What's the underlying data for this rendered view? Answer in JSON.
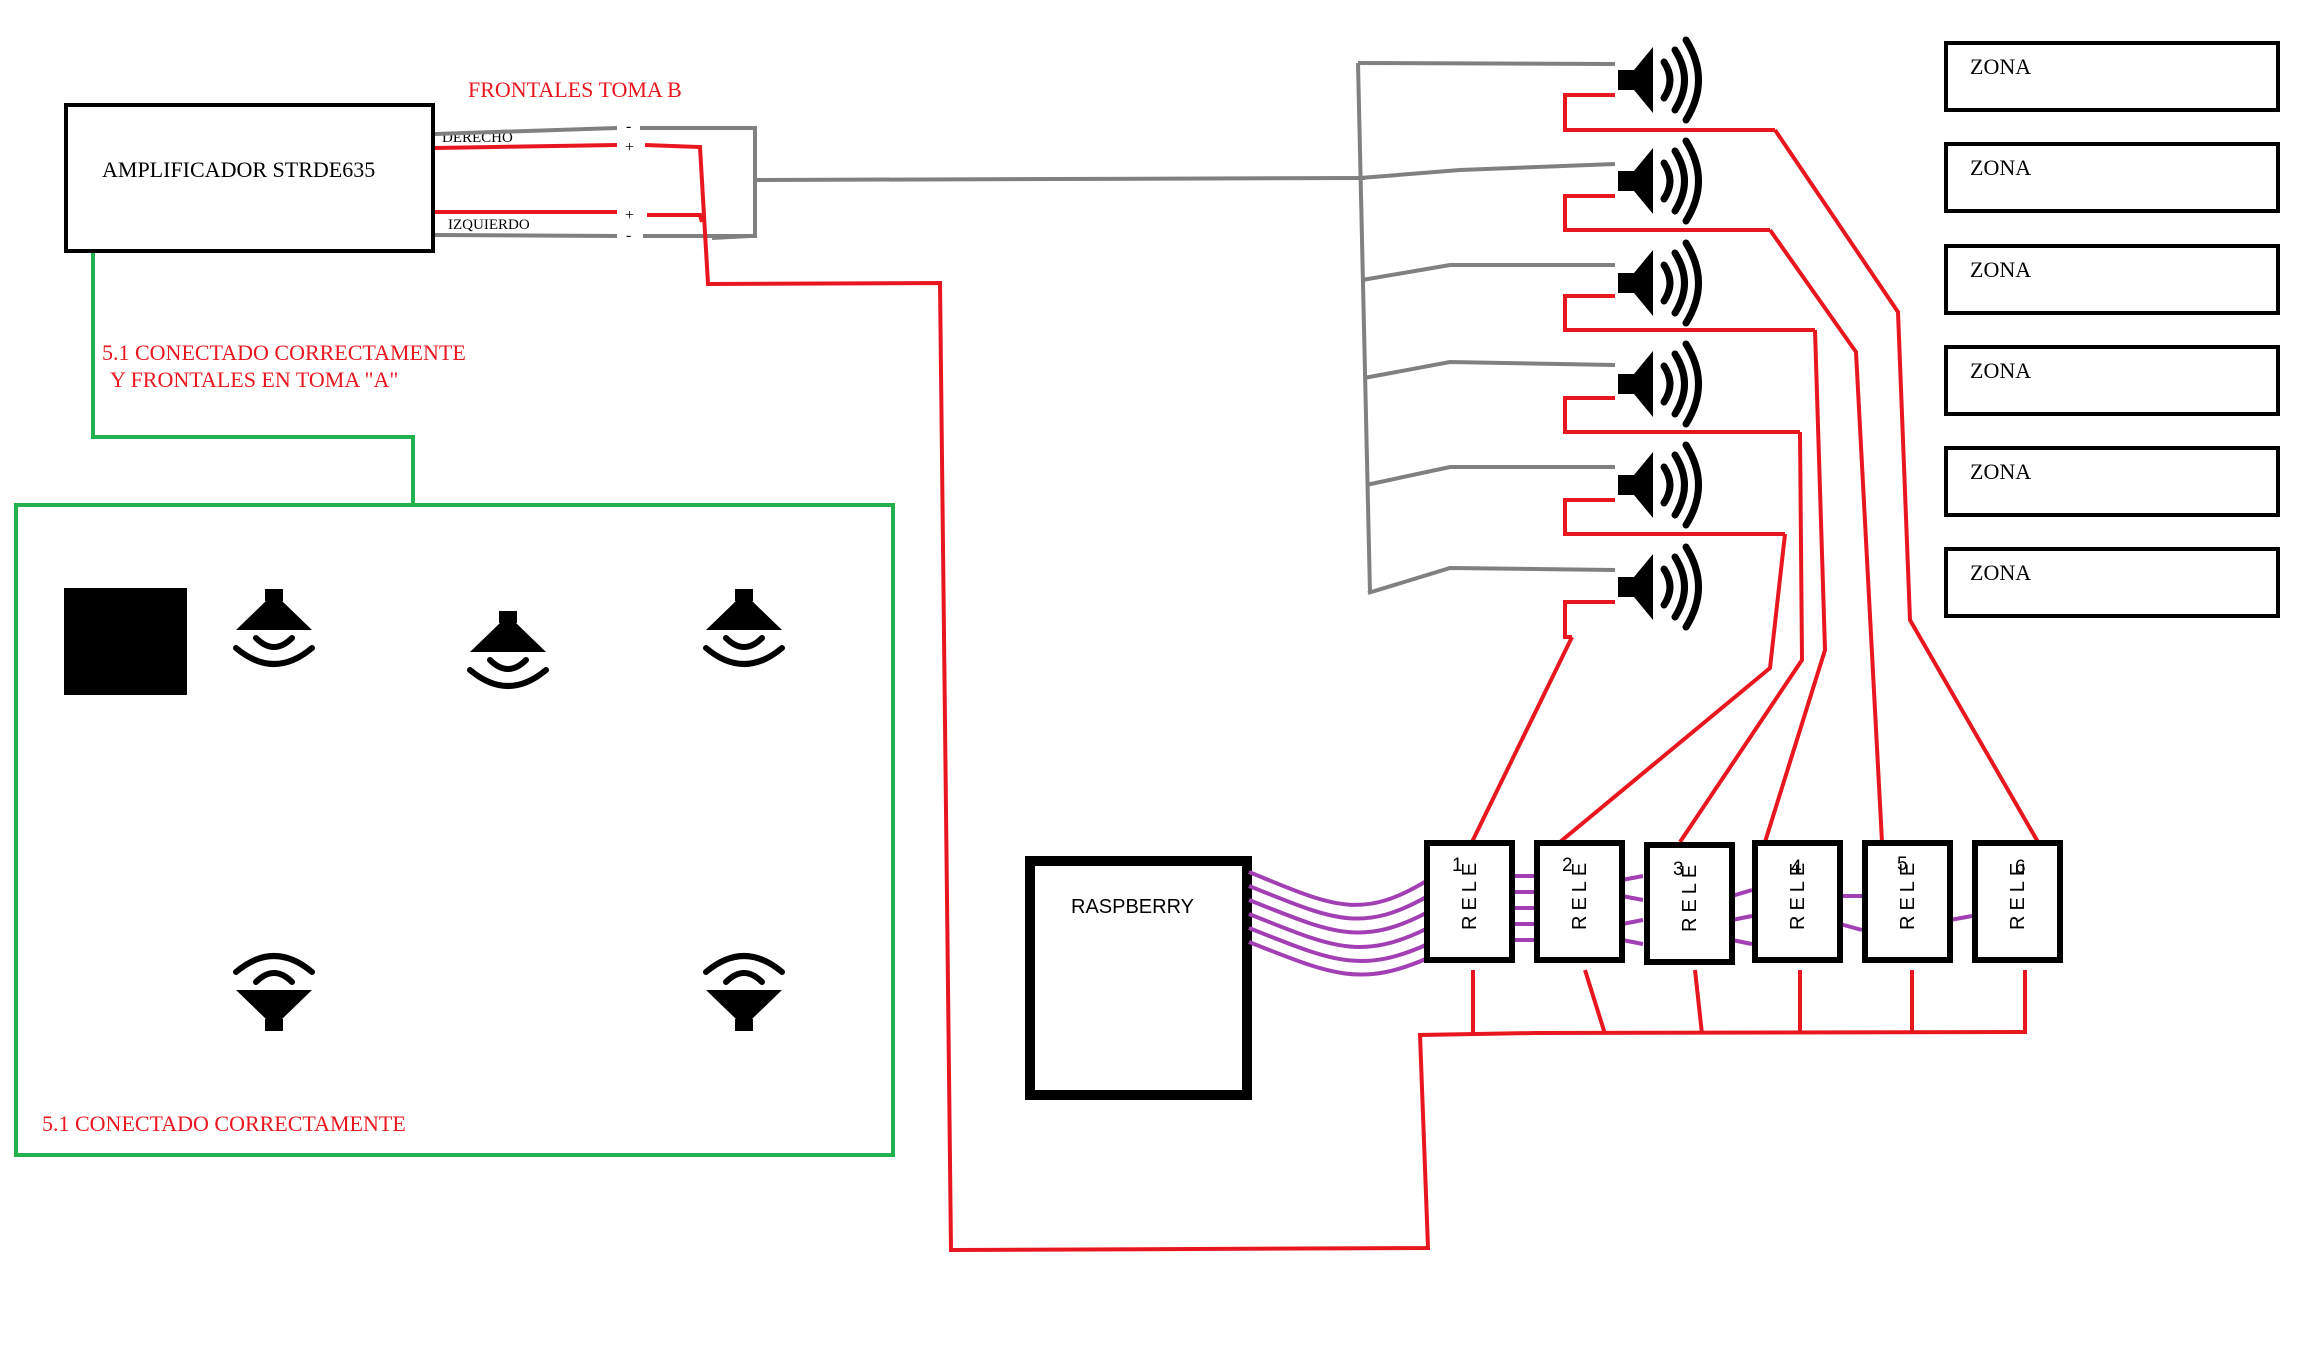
{
  "amplifier": {
    "label": "AMPLIFICADOR STRDE635",
    "right_label": "DERECHO",
    "left_label": "IZQUIERDO",
    "pol_minus": "-",
    "pol_plus": "+"
  },
  "frontales_b_label": "FRONTALES TOMA B",
  "note_connected_line1": "5.1 CONECTADO CORRECTAMENTE",
  "note_connected_line2": "Y FRONTALES EN TOMA \"A\"",
  "surround_box_label": "5.1 CONECTADO CORRECTAMENTE",
  "raspberry_label": "RASPBERRY",
  "relays": [
    {
      "number": "1",
      "label": "RELE"
    },
    {
      "number": "2",
      "label": "RELE"
    },
    {
      "number": "3",
      "label": "RELE"
    },
    {
      "number": "4",
      "label": "RELE"
    },
    {
      "number": "5",
      "label": "RELE"
    },
    {
      "number": "6",
      "label": "RELE"
    }
  ],
  "zones": [
    "ZONA",
    "ZONA",
    "ZONA",
    "ZONA",
    "ZONA",
    "ZONA"
  ],
  "colors": {
    "positive_wire": "#e8161e",
    "negative_wire": "#808080",
    "control_wire": "#a23fb4",
    "green_link": "#22b14c",
    "ink": "#000000"
  },
  "icons": {
    "zone_speaker": "speaker-volume-icon",
    "room_speaker": "ceiling-speaker-icon",
    "subwoofer": "subwoofer-block-icon"
  }
}
